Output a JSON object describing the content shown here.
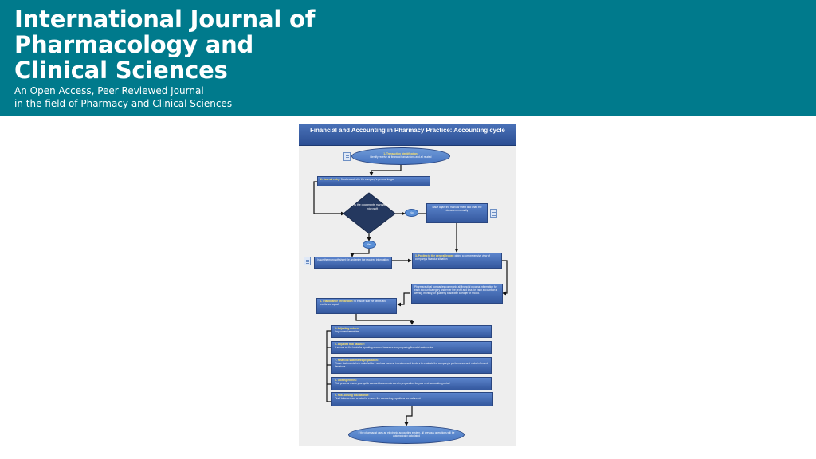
{
  "journal": {
    "title_lines": [
      "International Journal of",
      "Pharmacology and",
      "Clinical Sciences"
    ],
    "subtitle_lines": [
      "An Open Access, Peer Reviewed Journal",
      "in the field of Pharmacy and Clinical Sciences"
    ]
  },
  "figure": {
    "title": "Financial and Accounting in Pharmacy Practice: Accounting cycle",
    "start": {
      "head": "1- Transaction identification:",
      "body": "identify receive all financial transactions and all related"
    },
    "journal_entry": {
      "head": "2- Journal entry:",
      "body": "Most executed in the company's general ledger"
    },
    "decision": "Is the documents manually or microsoft",
    "no_label": "No",
    "yes_label": "Yes",
    "manual_box": "Issue again the manual/ sheet and chart the document manually",
    "microsoft_box": "Issue the microsoft sheet file and enter the required information",
    "ledger": {
      "head": "3- Posting to the general ledger:",
      "body": "giving a comprehensive view of company's financial situation"
    },
    "ledger_note": "Pharmaceutical companies commonly all financial process information for each account category and enter the profit and loss for each account on a weekly, monthly, or quarterly basis with a ledger of record.",
    "trial": {
      "head": "4- Trial balance preparation:",
      "body": "to ensure that the debits and credits are equal."
    },
    "steps": [
      {
        "head": "5- Adjusting entries:",
        "body": "Any corrective entries"
      },
      {
        "head": "6- Adjusted trial balance:",
        "body": "It serves as the basis for updating account balances and preparing financial statements."
      },
      {
        "head": "7- Financial statements preparation:",
        "body": "These statements help stakeholders such as owners, investors, and lenders to evaluate the company's performance and make informed decisions."
      },
      {
        "head": "8- Closing entries:",
        "body": "This process resets your quick account balances to zero in preparation for your next accounting period"
      },
      {
        "head": "9- Post-closing trial balance:",
        "body": "Final balances are created to ensure the accounting equations are balanced."
      }
    ],
    "end": "If the pharmacist uses an electronic accounting system, all previous operations will be automatically calculated"
  }
}
